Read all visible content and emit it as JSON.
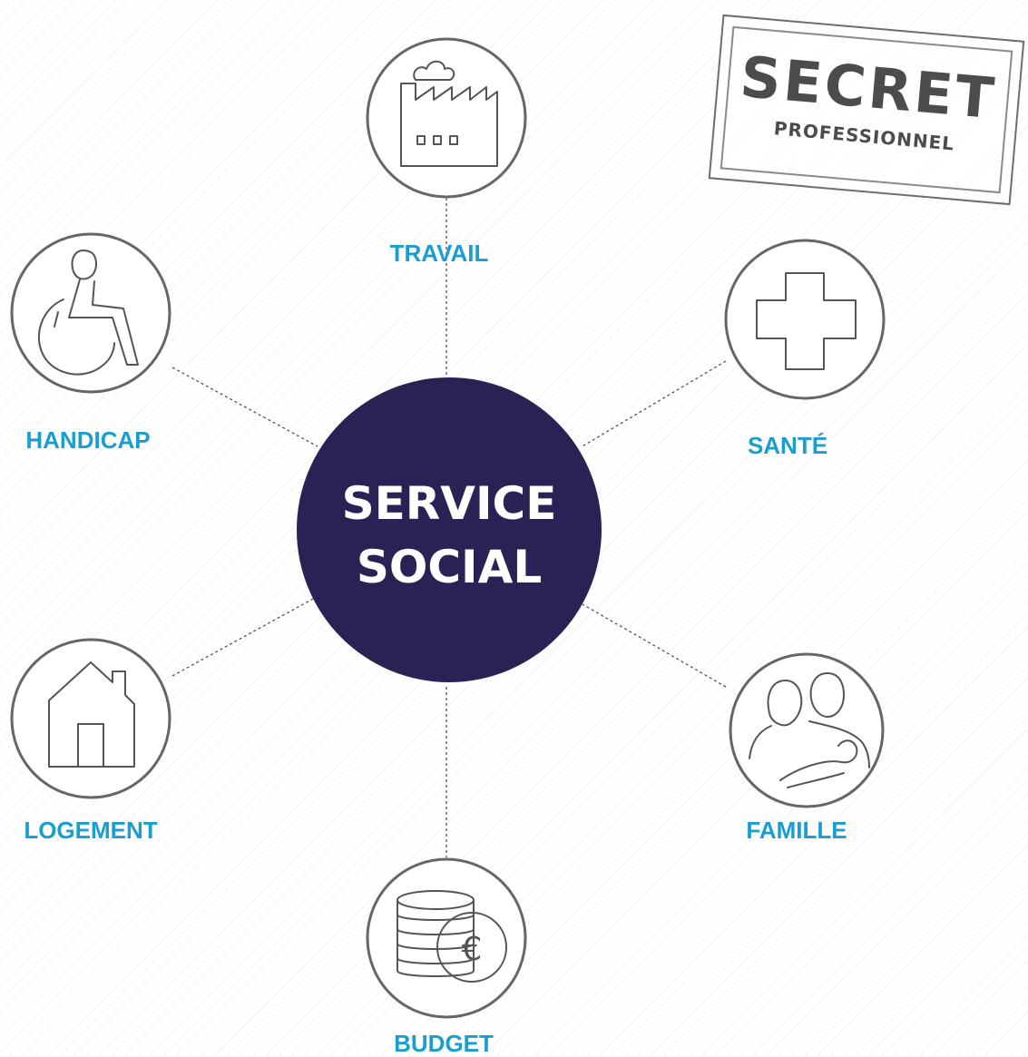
{
  "center": {
    "line1": "SERVICE",
    "line2": "SOCIAL"
  },
  "stamp": {
    "title": "SECRET",
    "subtitle": "PROFESSIONNEL"
  },
  "nodes": [
    {
      "label": "TRAVAIL",
      "icon": "factory-icon"
    },
    {
      "label": "SANTÉ",
      "icon": "medical-cross-icon"
    },
    {
      "label": "FAMILLE",
      "icon": "family-icon"
    },
    {
      "label": "BUDGET",
      "icon": "euro-coins-icon"
    },
    {
      "label": "LOGEMENT",
      "icon": "house-icon"
    },
    {
      "label": "HANDICAP",
      "icon": "wheelchair-icon"
    }
  ],
  "colors": {
    "center_fill": "#2a2255",
    "label": "#1a9ed0",
    "ring": "#666666"
  }
}
